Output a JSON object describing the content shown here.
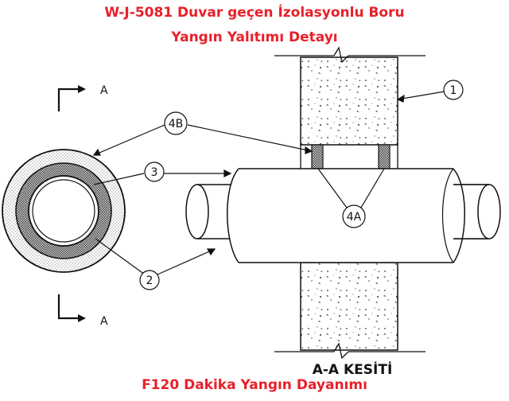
{
  "title_line1": "W-J-5081 Duvar geçen İzolasyonlu Boru",
  "title_line2": "Yangın Yalıtımı Detayı",
  "section_label": "A-A KESİTİ",
  "footer": "F120 Dakika Yangın Dayanımı",
  "callouts": {
    "c1": "1",
    "c2": "2",
    "c3": "3",
    "c4a": "4A",
    "c4b": "4B"
  },
  "section_marks": {
    "top": "A",
    "bottom": "A"
  },
  "colors": {
    "title": "#e8202a",
    "line": "#111111"
  }
}
